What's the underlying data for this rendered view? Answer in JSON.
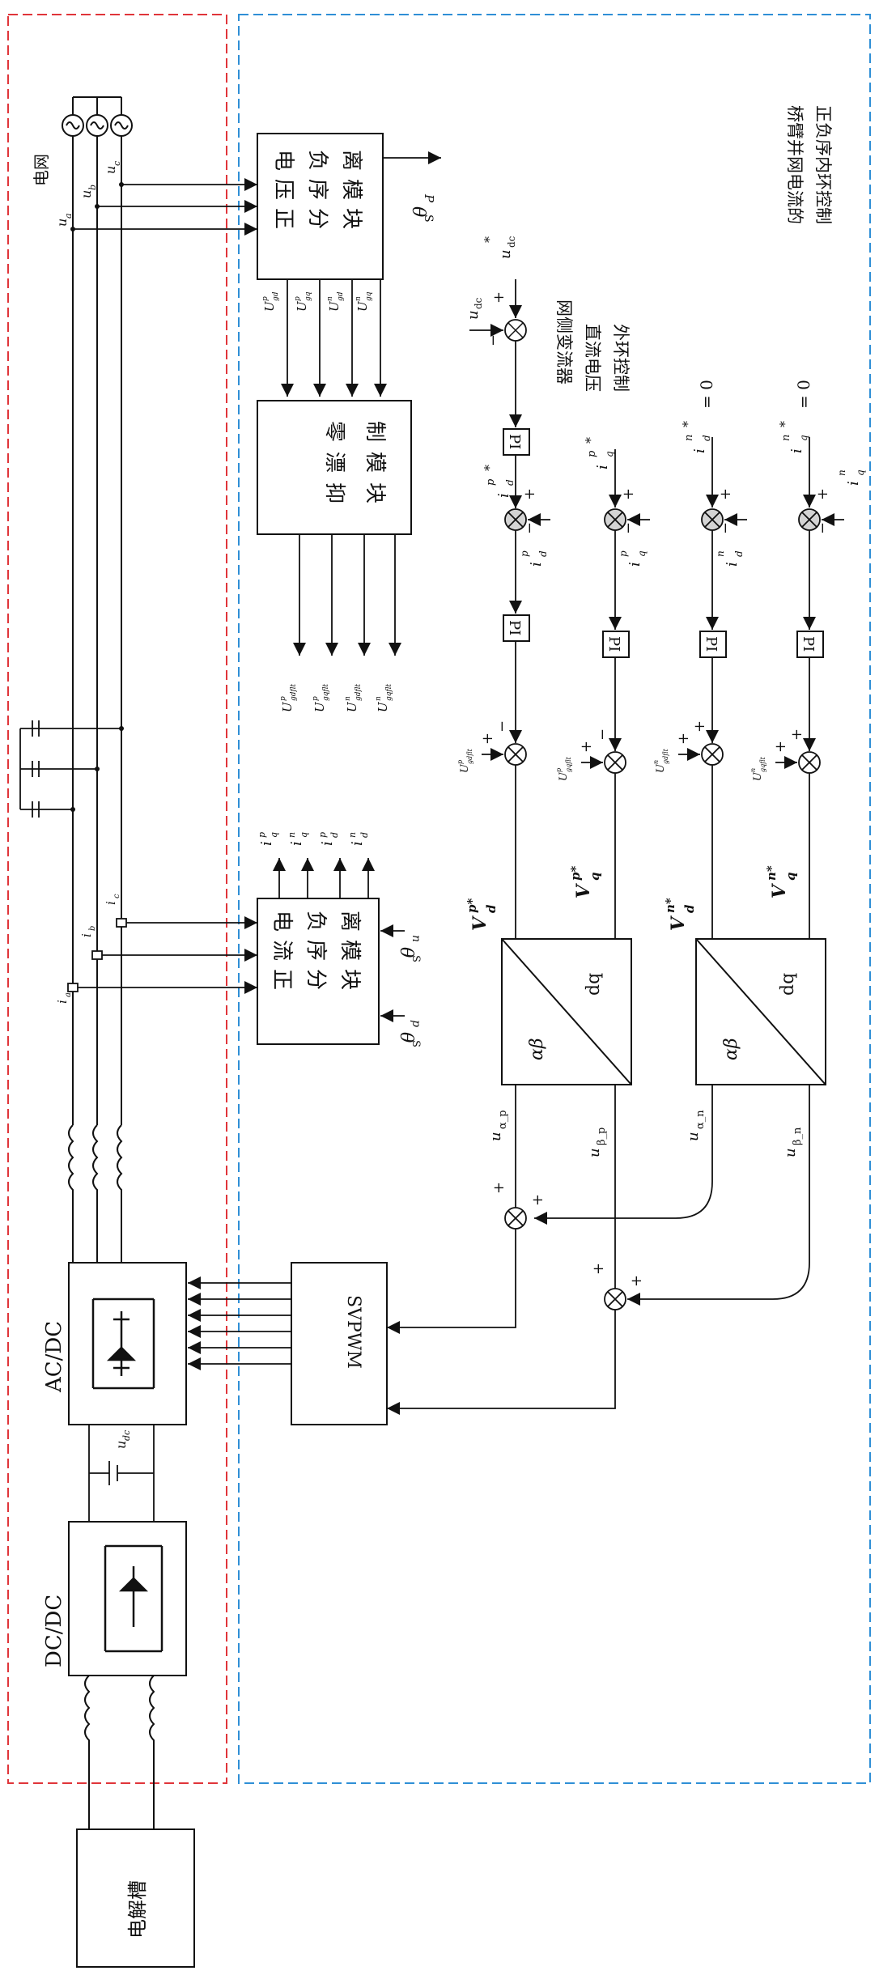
{
  "colors": {
    "left_region_border": "#e0353a",
    "right_region_border": "#2f8fd6",
    "line": "#111111",
    "sum_fill": "#d4d4d4"
  },
  "grid": {
    "label": "电网",
    "u_a": "u",
    "u_b": "u",
    "u_c": "u",
    "sub_a": "a",
    "sub_b": "b",
    "sub_c": "c"
  },
  "voltage_module": {
    "line1": "电压正",
    "line2": "负序分",
    "line3": "离模块",
    "theta_main": "θ",
    "theta_sub": "S",
    "theta_sup": "P"
  },
  "voltage_outputs": {
    "base": "U",
    "labels": [
      {
        "sup": "p",
        "sub": "gd"
      },
      {
        "sup": "p",
        "sub": "gq"
      },
      {
        "sup": "n",
        "sub": "gd"
      },
      {
        "sup": "n",
        "sub": "gq"
      }
    ]
  },
  "drift_module": {
    "line1": "零漂抑",
    "line2": "制模块"
  },
  "drift_outputs": {
    "base": "U",
    "labels": [
      {
        "sup": "p",
        "sub": "gdflt"
      },
      {
        "sup": "p",
        "sub": "gqflt"
      },
      {
        "sup": "n",
        "sub": "gdflt"
      },
      {
        "sup": "n",
        "sub": "gqflt"
      }
    ]
  },
  "current_module": {
    "line1": "电流正",
    "line2": "负序分",
    "line3": "离模块",
    "theta_top_sup": "n",
    "theta_bot_sup": "p",
    "theta_main": "θ",
    "theta_sub": "S"
  },
  "current_outputs": {
    "base": "i",
    "labels": [
      {
        "sup": "p",
        "sub": "q"
      },
      {
        "sup": "n",
        "sub": "q"
      },
      {
        "sup": "p",
        "sub": "d"
      },
      {
        "sup": "n",
        "sub": "d"
      }
    ]
  },
  "sensors": {
    "i_a": "i",
    "i_b": "i",
    "i_c": "i",
    "sub_a": "a",
    "sub_b": "b",
    "sub_c": "c"
  },
  "dc_loop": {
    "u_dc": "u",
    "u_dc_sub": "dc",
    "u_dc_ref": "u",
    "ref_star": "*",
    "title1": "网侧变流器",
    "title2": "直流电压",
    "title3": "外环控制"
  },
  "inner_loop": {
    "title1": "桥臂并网电流的",
    "title2": "正负序内环控制"
  },
  "pi_label": "PI",
  "refs": {
    "iqp_ref": "i",
    "iqp_sup": "p",
    "iqp_sub": "q",
    "idn_ref": "i",
    "idn_sup": "n",
    "idn_sub": "d",
    "iqn_ref": "i",
    "iqn_sup": "n",
    "iqn_sub": "q",
    "eq_zero": "= 0",
    "star": "*"
  },
  "feedback": {
    "i": "i",
    "pd_sup": "p",
    "pd_sub": "d",
    "pq_sup": "p",
    "pq_sub": "q",
    "nd_sup": "n",
    "nd_sub": "d",
    "nq_sup": "n",
    "nq_sub": "q",
    "idp_ref": "i",
    "idp_sup": "p",
    "idp_sub": "d"
  },
  "signs": {
    "plus": "+",
    "minus": "−"
  },
  "ff_labels": {
    "base": "U",
    "items": [
      {
        "sup": "p",
        "sub": "gdflt"
      },
      {
        "sup": "p",
        "sub": "gqflt"
      },
      {
        "sup": "n",
        "sub": "gdflt"
      },
      {
        "sup": "n",
        "sub": "gqflt"
      }
    ]
  },
  "vrefs": {
    "base": "V",
    "items": [
      {
        "sup": "p*",
        "sub": "d"
      },
      {
        "sup": "p*",
        "sub": "q"
      },
      {
        "sup": "n*",
        "sub": "d"
      },
      {
        "sup": "n*",
        "sub": "q"
      }
    ]
  },
  "transform": {
    "alpha_beta": "αβ",
    "dq": "dq"
  },
  "u_outputs": {
    "base": "u",
    "items": [
      {
        "sub": "α_p"
      },
      {
        "sub": "β_p"
      },
      {
        "sub": "α_n"
      },
      {
        "sub": "β_n"
      }
    ]
  },
  "svpwm": "SVPWM",
  "acdc": "AC/DC",
  "dcdc": "DC/DC",
  "dc_voltage": {
    "base": "u",
    "sub": "dc"
  },
  "electrolyzer": "电解槽"
}
